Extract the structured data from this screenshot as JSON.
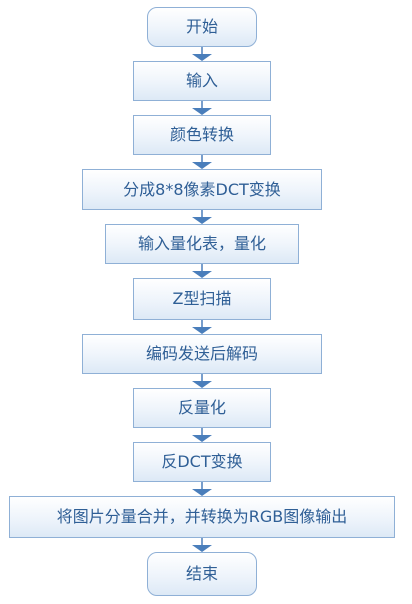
{
  "colors": {
    "box_border": "#8fb0d6",
    "box_fill_top": "#ffffff",
    "box_fill_bottom": "#dde9f6",
    "text": "#2f5f96",
    "arrow": "#4a7ebb"
  },
  "flowchart": {
    "steps": [
      {
        "label": "开始",
        "shape": "terminal"
      },
      {
        "label": "输入",
        "shape": "process"
      },
      {
        "label": "颜色转换",
        "shape": "process"
      },
      {
        "label": "分成8*8像素DCT变换",
        "shape": "process"
      },
      {
        "label": "输入量化表，量化",
        "shape": "process"
      },
      {
        "label": "Z型扫描",
        "shape": "process"
      },
      {
        "label": "编码发送后解码",
        "shape": "process"
      },
      {
        "label": "反量化",
        "shape": "process"
      },
      {
        "label": "反DCT变换",
        "shape": "process"
      },
      {
        "label": "将图片分量合并，并转换为RGB图像输出",
        "shape": "process"
      },
      {
        "label": "结束",
        "shape": "terminal"
      }
    ]
  }
}
